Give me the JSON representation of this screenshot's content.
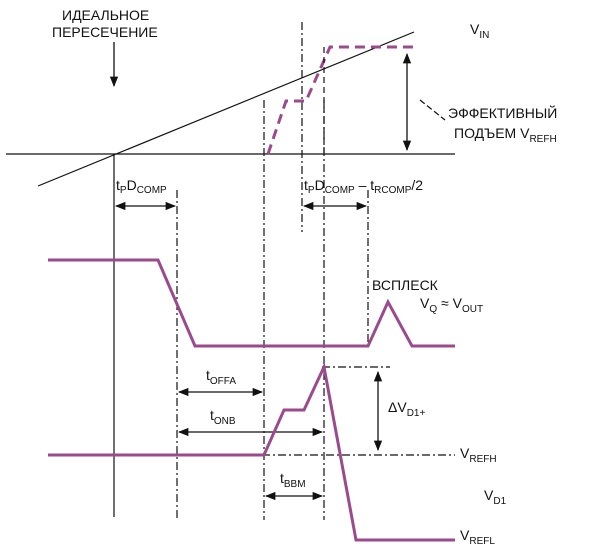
{
  "labels": {
    "ideal_crossing_1": "ИДЕАЛЬНОЕ",
    "ideal_crossing_2": "ПЕРЕСЕЧЕНИЕ",
    "vin_main": "V",
    "vin_sub": "IN",
    "eff_rise_1": "ЭФФЕКТИВНЫЙ",
    "eff_rise_2": "ПОДЪЕМ V",
    "eff_rise_sub": "REFH",
    "tpd_t": "t",
    "tpd_p": "P",
    "tpd_d": "D",
    "tpd_comp": "COMP",
    "tpd2_t": "t",
    "tpd2_p": "P",
    "tpd2_d": "D",
    "tpd2_comp": "COMP",
    "tpd2_minus": " – t",
    "tpd2_rcomp": "RCOMP",
    "tpd2_div": "/2",
    "burst": "ВСПЛЕСК",
    "vq_v": "V",
    "vq_q": "Q",
    "vq_approx": " ≈ V",
    "vq_out": "OUT",
    "toffa_t": "t",
    "toffa_sub": "OFFA",
    "tonb_t": "t",
    "tonb_sub": "ONB",
    "dvd_main": "ΔV",
    "dvd_sub": "D1+",
    "vrefh_v": "V",
    "vrefh_sub": "REFH",
    "tbbm_t": "t",
    "tbbm_sub": "BBM",
    "vd1_v": "V",
    "vd1_sub": "D1",
    "vrefl_v": "V",
    "vrefl_sub": "REFL"
  },
  "colors": {
    "signal": "#9b4a8c",
    "line": "#111111",
    "background": "#ffffff"
  }
}
